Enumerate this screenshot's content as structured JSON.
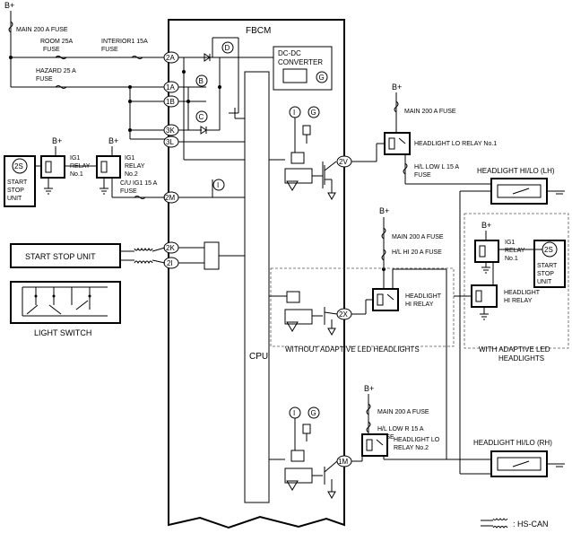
{
  "fbcm": {
    "title": "FBCM",
    "cpu_label": "CPU",
    "dcdc_label": [
      "DC-DC",
      "CONVERTER"
    ]
  },
  "supply": {
    "bplus": "B+",
    "main_fuse": "MAIN 200 A FUSE"
  },
  "fuses": {
    "room": [
      "ROOM 25A",
      "FUSE"
    ],
    "interior": [
      "INTERIOR1 15A",
      "FUSE"
    ],
    "hazard": [
      "HAZARD 25 A",
      "FUSE"
    ],
    "cu_ig1": [
      "C/U IG1 15 A",
      "FUSE"
    ],
    "hl_low_l": [
      "H/L LOW L 15 A",
      "FUSE"
    ],
    "hl_hi": "H/L HI 20 A FUSE",
    "hl_low_r": [
      "H/L LOW R 15 A",
      "FUSE"
    ]
  },
  "terminals": {
    "t2A": "2A",
    "t1A": "1A",
    "t1B": "1B",
    "t3K": "3K",
    "t3L": "3L",
    "t2M": "2M",
    "t2K": "2K",
    "t2I": "2I",
    "t2V": "2V",
    "t2X": "2X",
    "t1M": "1M",
    "t2S_left": "2S",
    "t2S_right": "2S"
  },
  "markers": {
    "B": "B",
    "C": "C",
    "D": "D",
    "G": "G",
    "I": "I"
  },
  "relays": {
    "ig1_no1": [
      "IG1",
      "RELAY",
      "No.1"
    ],
    "ig1_no2": [
      "IG1",
      "RELAY",
      "No.2"
    ],
    "lo_no1": "HEADLIGHT LO RELAY No.1",
    "hi": [
      "HEADLIGHT",
      "HI RELAY"
    ],
    "lo_no2": [
      "HEADLIGHT LO",
      "RELAY No.2"
    ],
    "ig1_right": [
      "IG1",
      "RELAY",
      "No.1"
    ],
    "hi_right": [
      "HEADLIGHT",
      "HI RELAY"
    ]
  },
  "units": {
    "start_stop_small": [
      "START",
      "STOP",
      "UNIT"
    ],
    "start_stop_unit": "START STOP UNIT",
    "light_switch": "LIGHT SWITCH",
    "start_stop_right": [
      "START",
      "STOP",
      "UNIT"
    ]
  },
  "headlights": {
    "lh": "HEADLIGHT HI/LO (LH)",
    "rh": "HEADLIGHT HI/LO (RH)"
  },
  "variants": {
    "without": "WITHOUT ADAPTIVE LED HEADLIGHTS",
    "with": [
      "WITH ADAPTIVE LED",
      "HEADLIGHTS"
    ]
  },
  "legend": {
    "hs_can": ": HS-CAN"
  }
}
